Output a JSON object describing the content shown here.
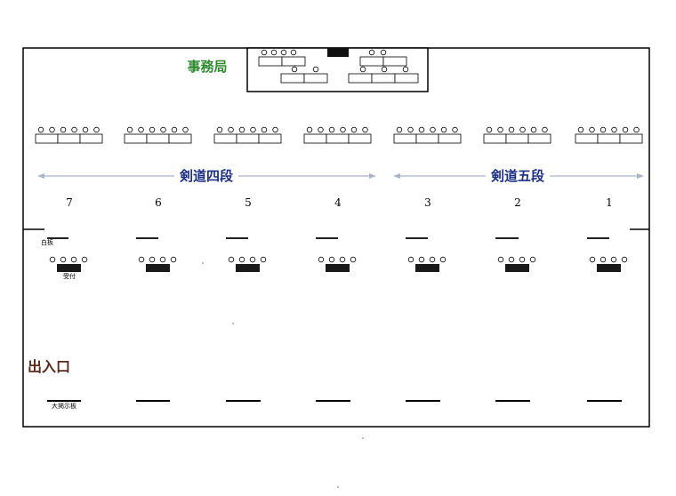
{
  "labels": {
    "office": "事務局",
    "rank4": "剣道四段",
    "rank5": "剣道五段",
    "entrance": "出入口",
    "whiteboard": "白板",
    "reception": "受付",
    "bulletin": "大掲示板"
  },
  "courts": [
    "7",
    "6",
    "5",
    "4",
    "3",
    "2",
    "1"
  ],
  "colors": {
    "office_label": "#2e8b2e",
    "rank_label": "#1c2f86",
    "entrance_label": "#5a2a1a",
    "arrow": "#a8b4c8",
    "line": "#000000"
  }
}
